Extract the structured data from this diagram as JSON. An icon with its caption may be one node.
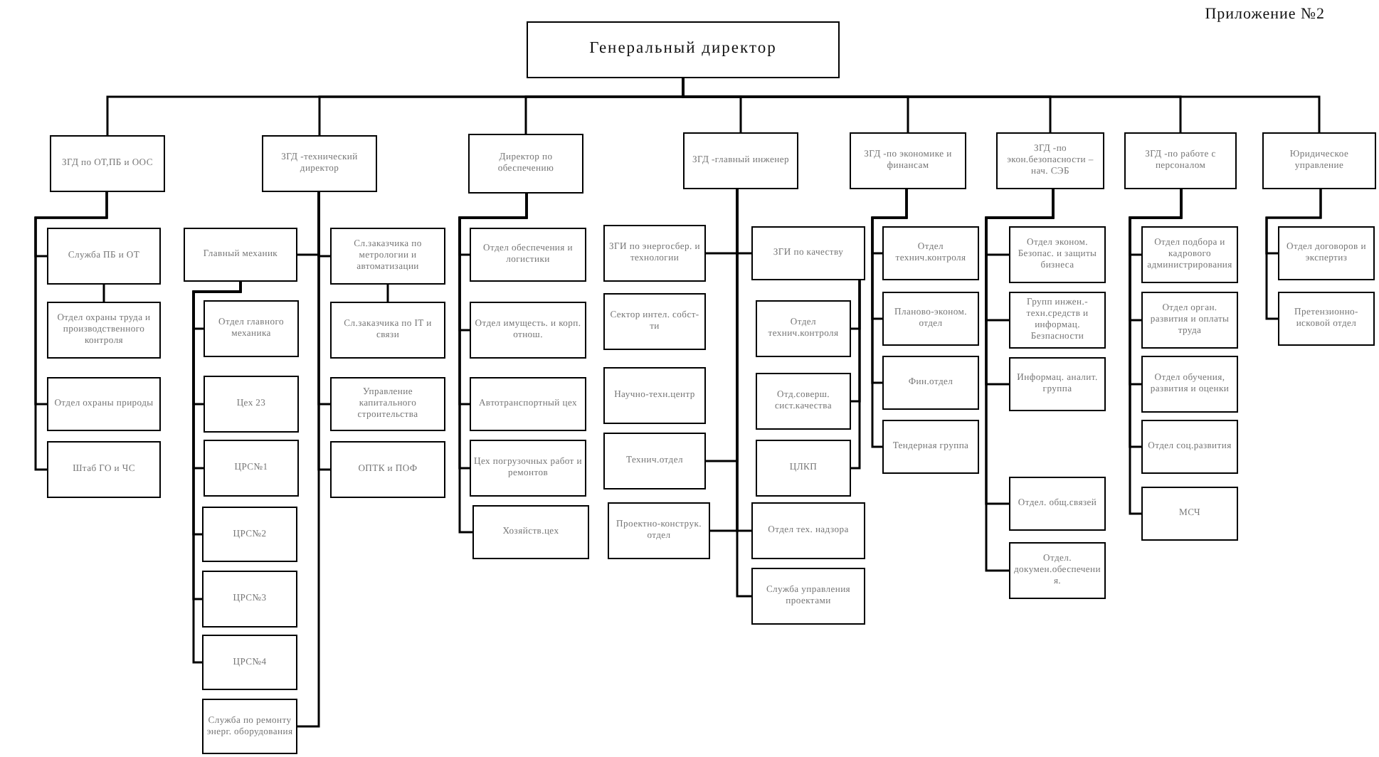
{
  "diagram": {
    "nodes": [
      {
        "text": [
          "Генеральный директор"
        ]
      },
      {
        "text": [
          "ЗГД по ОТ,ПБ и ООС"
        ]
      },
      {
        "text": [
          "ЗГД -технический директор"
        ]
      },
      {
        "text": [
          "Директор по обеспечению"
        ]
      },
      {
        "text": [
          "ЗГД -главный инженер"
        ]
      },
      {
        "text": [
          "ЗГД -по экономике и финансам"
        ]
      },
      {
        "text": [
          "ЗГД -по экон.безопасности – нач. СЭБ"
        ]
      },
      {
        "text": [
          "ЗГД -по работе с персоналом"
        ]
      },
      {
        "text": [
          "Юридическое управление"
        ]
      },
      {
        "text": [
          "Служба ПБ и ОТ"
        ]
      },
      {
        "text": [
          "Отдел охраны труда и производственного контроля"
        ]
      },
      {
        "text": [
          "Отдел охраны природы"
        ]
      },
      {
        "text": [
          "Штаб ГО и ЧС"
        ]
      },
      {
        "text": [
          "Главный механик"
        ]
      },
      {
        "text": [
          "Сл.заказчика по метрологии и автоматизации"
        ]
      },
      {
        "text": [
          "Сл.заказчика по IT и связи"
        ]
      },
      {
        "text": [
          "Управление капитального строительства"
        ]
      },
      {
        "text": [
          "ОПТК и ПОФ"
        ]
      },
      {
        "text": [
          "Отдел главного механика"
        ]
      },
      {
        "text": [
          "Цех 23"
        ]
      },
      {
        "text": [
          "ЦРС№1"
        ]
      },
      {
        "text": [
          "ЦРС№2"
        ]
      },
      {
        "text": [
          "ЦРС№3"
        ]
      },
      {
        "text": [
          "ЦРС№4"
        ]
      },
      {
        "text": [
          "Служба по ремонту энерг. оборудования"
        ]
      },
      {
        "text": [
          "Отдел обеспечения и логистики"
        ]
      },
      {
        "text": [
          "Отдел имущесть. и корп. отнош."
        ]
      },
      {
        "text": [
          "Автотранспортный цех"
        ]
      },
      {
        "text": [
          "Цех погрузочных работ и ремонтов"
        ]
      },
      {
        "text": [
          "Хозяйств.цех"
        ]
      },
      {
        "text": [
          "ЗГИ по энергосбер. и технологии"
        ]
      },
      {
        "text": [
          "ЗГИ по качеству"
        ]
      },
      {
        "text": [
          "Сектор интел. собст-ти"
        ]
      },
      {
        "text": [
          "Научно-техн.центр"
        ]
      },
      {
        "text": [
          "Технич.отдел"
        ]
      },
      {
        "text": [
          "Проектно-конструк. отдел"
        ]
      },
      {
        "text": [
          "Отдел тех. надзора"
        ]
      },
      {
        "text": [
          "Служба управления проектами"
        ]
      },
      {
        "text": [
          "Отдел технич.контроля"
        ]
      },
      {
        "text": [
          "Отд.соверш. сист.качества"
        ]
      },
      {
        "text": [
          "ЦЛКП"
        ]
      },
      {
        "text": [
          "Отдел технич.контроля"
        ]
      },
      {
        "text": [
          "Планово-эконом. отдел"
        ]
      },
      {
        "text": [
          "Фин.отдел"
        ]
      },
      {
        "text": [
          "Тендерная группа"
        ]
      },
      {
        "text": [
          "Отдел эконом. Безопас. и защиты бизнеса"
        ]
      },
      {
        "text": [
          "Групп инжен.-техн.средств и информац. Безпасности"
        ]
      },
      {
        "text": [
          "Информац. аналит. группа"
        ]
      },
      {
        "text": [
          "Отдел. общ.связей"
        ]
      },
      {
        "text": [
          "Отдел. докумен.обеспечения."
        ]
      },
      {
        "text": [
          "Отдел подбора и кадрового администрирования"
        ]
      },
      {
        "text": [
          "Отдел орган. развития и оплаты труда"
        ]
      },
      {
        "text": [
          "Отдел обучения, развития и оценки"
        ]
      },
      {
        "text": [
          "Отдел соц.развития"
        ]
      },
      {
        "text": [
          "МСЧ"
        ]
      },
      {
        "text": [
          "Отдел договоров и экспертиз"
        ]
      },
      {
        "text": [
          "Претензионно-исковой отдел"
        ]
      }
    ],
    "edges": [
      {
        "from": 0,
        "to": 1,
        "arrow": "none"
      },
      {
        "from": 0,
        "to": 2,
        "arrow": "none"
      },
      {
        "from": 0,
        "to": 3,
        "arrow": "none"
      },
      {
        "from": 0,
        "to": 4,
        "arrow": "none"
      },
      {
        "from": 0,
        "to": 5,
        "arrow": "none"
      },
      {
        "from": 0,
        "to": 6,
        "arrow": "none"
      },
      {
        "from": 0,
        "to": 7,
        "arrow": "none"
      },
      {
        "from": 0,
        "to": 8,
        "arrow": "none"
      },
      {
        "from": 1,
        "to": 9,
        "arrow": "none"
      },
      {
        "from": 9,
        "to": 10,
        "arrow": "none"
      },
      {
        "from": 1,
        "to": 11,
        "arrow": "none"
      },
      {
        "from": 1,
        "to": 12,
        "arrow": "none"
      },
      {
        "from": 2,
        "to": 13,
        "arrow": "none"
      },
      {
        "from": 2,
        "to": 14,
        "arrow": "none"
      },
      {
        "from": 14,
        "to": 15,
        "arrow": "none"
      },
      {
        "from": 2,
        "to": 16,
        "arrow": "none"
      },
      {
        "from": 2,
        "to": 17,
        "arrow": "none"
      },
      {
        "from": 2,
        "to": 24,
        "arrow": "none"
      },
      {
        "from": 13,
        "to": 18,
        "arrow": "none"
      },
      {
        "from": 13,
        "to": 19,
        "arrow": "none"
      },
      {
        "from": 13,
        "to": 20,
        "arrow": "none"
      },
      {
        "from": 13,
        "to": 21,
        "arrow": "none"
      },
      {
        "from": 13,
        "to": 22,
        "arrow": "none"
      },
      {
        "from": 13,
        "to": 23,
        "arrow": "none"
      },
      {
        "from": 3,
        "to": 25,
        "arrow": "none"
      },
      {
        "from": 3,
        "to": 26,
        "arrow": "none"
      },
      {
        "from": 3,
        "to": 27,
        "arrow": "none"
      },
      {
        "from": 3,
        "to": 28,
        "arrow": "none"
      },
      {
        "from": 3,
        "to": 29,
        "arrow": "none"
      },
      {
        "from": 4,
        "to": 30,
        "arrow": "none"
      },
      {
        "from": 4,
        "to": 31,
        "arrow": "none"
      },
      {
        "from": 4,
        "to": 34,
        "arrow": "none"
      },
      {
        "from": 4,
        "to": 35,
        "arrow": "none"
      },
      {
        "from": 4,
        "to": 36,
        "arrow": "none"
      },
      {
        "from": 4,
        "to": 37,
        "arrow": "none"
      },
      {
        "from": 31,
        "to": 38,
        "arrow": "none"
      },
      {
        "from": 31,
        "to": 39,
        "arrow": "none"
      },
      {
        "from": 31,
        "to": 40,
        "arrow": "none"
      },
      {
        "from": 5,
        "to": 41,
        "arrow": "none"
      },
      {
        "from": 5,
        "to": 42,
        "arrow": "none"
      },
      {
        "from": 5,
        "to": 43,
        "arrow": "none"
      },
      {
        "from": 5,
        "to": 44,
        "arrow": "none"
      },
      {
        "from": 6,
        "to": 45,
        "arrow": "none"
      },
      {
        "from": 6,
        "to": 46,
        "arrow": "none"
      },
      {
        "from": 6,
        "to": 47,
        "arrow": "none"
      },
      {
        "from": 6,
        "to": 48,
        "arrow": "none"
      },
      {
        "from": 6,
        "to": 49,
        "arrow": "none"
      },
      {
        "from": 7,
        "to": 50,
        "arrow": "none"
      },
      {
        "from": 7,
        "to": 51,
        "arrow": "none"
      },
      {
        "from": 7,
        "to": 52,
        "arrow": "none"
      },
      {
        "from": 7,
        "to": 53,
        "arrow": "none"
      },
      {
        "from": 7,
        "to": 54,
        "arrow": "none"
      },
      {
        "from": 8,
        "to": 55,
        "arrow": "none"
      },
      {
        "from": 8,
        "to": 56,
        "arrow": "none"
      }
    ],
    "labels": [
      "Приложение №2"
    ]
  }
}
